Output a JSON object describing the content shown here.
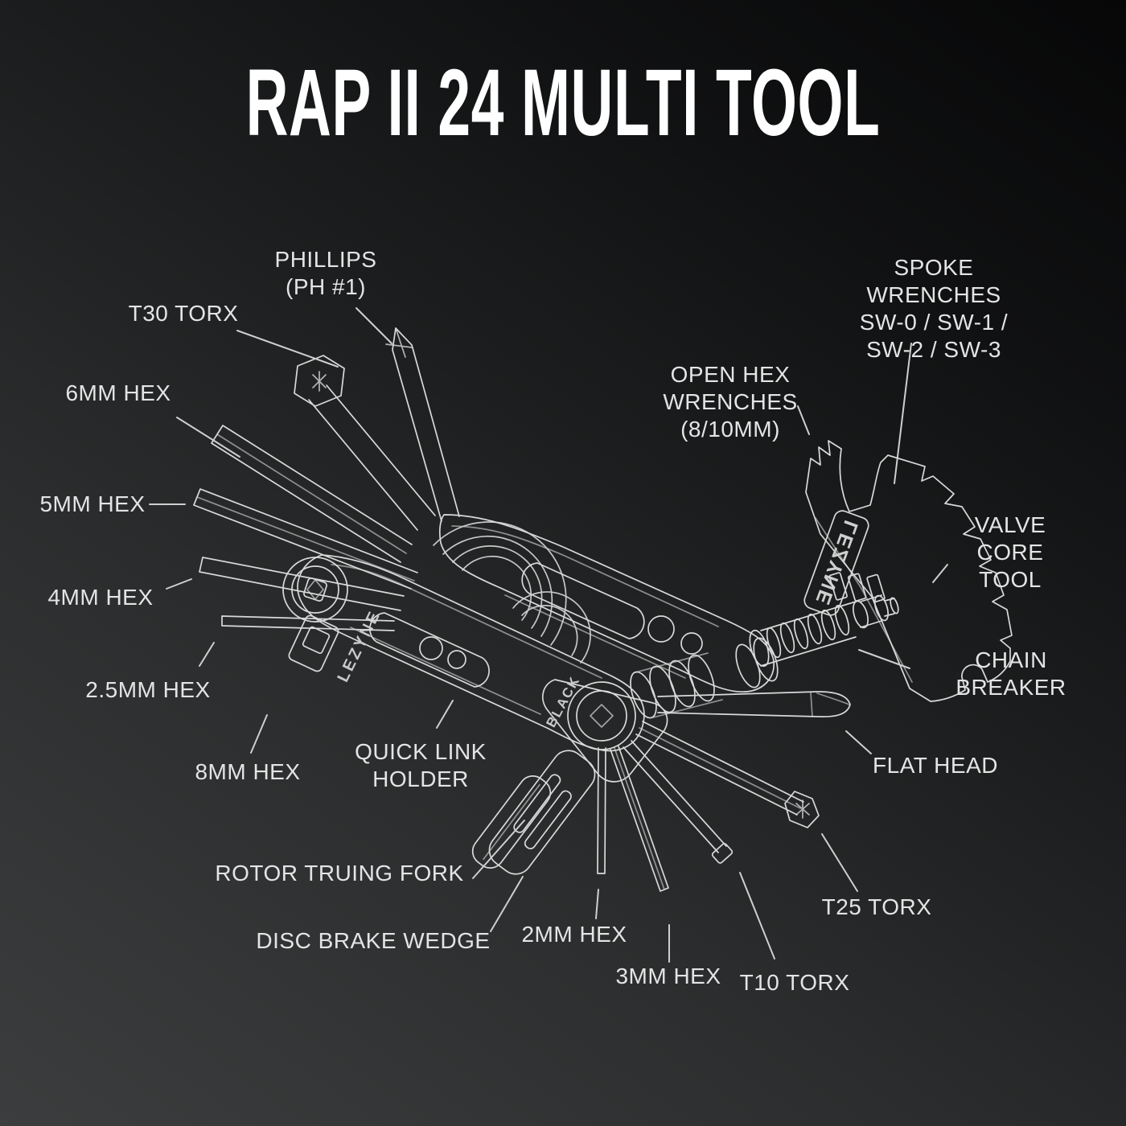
{
  "title": "RAP II 24 MULTI TOOL",
  "brand": {
    "logo_text": "LEZYNE",
    "edition_text": "BLACK"
  },
  "labels": {
    "phillips": {
      "text": "PHILLIPS\n(PH #1)"
    },
    "t30_torx": {
      "text": "T30 TORX"
    },
    "hex_6mm": {
      "text": "6MM HEX"
    },
    "hex_5mm": {
      "text": "5MM HEX"
    },
    "hex_4mm": {
      "text": "4MM HEX"
    },
    "hex_2_5mm": {
      "text": "2.5MM HEX"
    },
    "hex_8mm": {
      "text": "8MM HEX"
    },
    "quick_link_holder": {
      "text": "QUICK LINK\nHOLDER"
    },
    "rotor_truing_fork": {
      "text": "ROTOR TRUING FORK"
    },
    "disc_brake_wedge": {
      "text": "DISC BRAKE WEDGE"
    },
    "hex_2mm": {
      "text": "2MM HEX"
    },
    "hex_3mm": {
      "text": "3MM HEX"
    },
    "t10_torx": {
      "text": "T10 TORX"
    },
    "t25_torx": {
      "text": "T25 TORX"
    },
    "flat_head": {
      "text": "FLAT HEAD"
    },
    "chain_breaker": {
      "text": "CHAIN BREAKER"
    },
    "valve_core_tool": {
      "text": "VALVE CORE\nTOOL"
    },
    "spoke_wrenches": {
      "text": "SPOKE WRENCHES\nSW-0 / SW-1 / SW-2 / SW-3"
    },
    "open_hex_wrenches": {
      "text": "OPEN HEX\nWRENCHES\n(8/10MM)"
    }
  },
  "colors": {
    "background_top": "#070708",
    "background_bottom_left": "#3c3d3e",
    "line": "#d9d9d9",
    "label_text": "#e4e4e5",
    "title_text": "#ffffff"
  }
}
